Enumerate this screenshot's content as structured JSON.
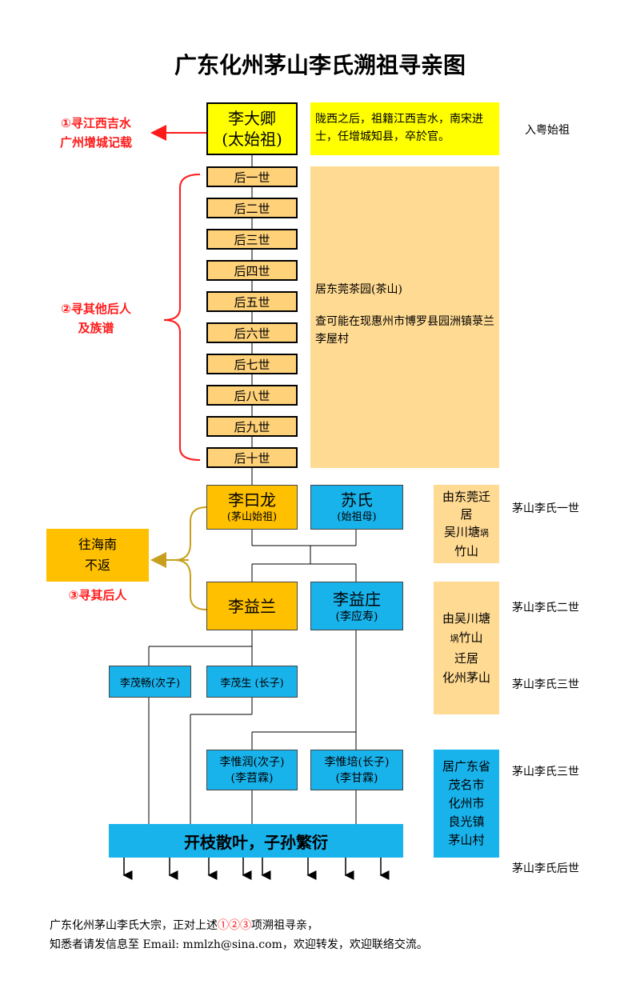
{
  "title": "广东化州茅山李氏溯祖寻亲图",
  "ancestor": {
    "name": "李大卿",
    "subtitle": "(太始祖)",
    "note": "陇西之后，祖籍江西吉水，南宋进士，任增城知县，卒於官。",
    "side": "入粤始祖"
  },
  "generations": [
    "后一世",
    "后二世",
    "后三世",
    "后四世",
    "后五世",
    "后六世",
    "后七世",
    "后八世",
    "后九世",
    "后十世"
  ],
  "generation_note": {
    "line1": "居东莞茶园(茶山)",
    "line2": "查可能在现惠州市博罗县园洲镇菉兰李屋村"
  },
  "search_notes": {
    "s1_line1": "①寻江西吉水",
    "s1_line2": "广州增城记载",
    "s2_line1": "②寻其他后人",
    "s2_line2": "及族谱",
    "s3": "③寻其后人"
  },
  "hainan": {
    "line1": "往海南",
    "line2": "不返"
  },
  "gen1": {
    "husband": {
      "name": "李曰龙",
      "sub": "(茅山始祖)"
    },
    "wife": {
      "name": "苏氏",
      "sub": "(始祖母)"
    },
    "note": [
      "由东莞迁",
      "居",
      "吴川塘",
      "竹山"
    ],
    "note_small": "埚",
    "side": "茅山李氏一世"
  },
  "gen2": {
    "son1": {
      "name": "李益兰"
    },
    "son2": {
      "name": "李益庄",
      "sub": "(李应寿)"
    },
    "note": [
      "由吴川塘",
      "竹山",
      "迁居",
      "化州茅山"
    ],
    "note_small": "埚",
    "side": "茅山李氏二世"
  },
  "gen3": {
    "a": "李茂畅(次子)",
    "b": "李茂生 (长子)",
    "side": "茅山李氏三世"
  },
  "gen3b": {
    "c_name": "李惟润(次子)",
    "c_sub": "(李苕霖)",
    "d_name": "李惟培(长子)",
    "d_sub": "(李甘霖)",
    "note": [
      "居广东省",
      "茂名市",
      "化州市",
      "良光镇",
      "茅山村"
    ],
    "side": "茅山李氏三世"
  },
  "descendants": {
    "label": "开枝散叶，子孙繁衍",
    "side": "茅山李氏后世"
  },
  "footer": {
    "line1_a": "广东化州茅山李氏大宗，正对上述",
    "line1_b": "①②③",
    "line1_c": "项溯祖寻亲，",
    "line2": "知悉者请发信息至 Email: mmlzh@sina.com，欢迎转发，欢迎联络交流。"
  },
  "colors": {
    "yellow": "#ffff00",
    "peach": "#ffda92",
    "orange": "#ffc000",
    "blue": "#19b3ec",
    "red": "#ff1a1a",
    "gold_line": "#c8a020"
  }
}
